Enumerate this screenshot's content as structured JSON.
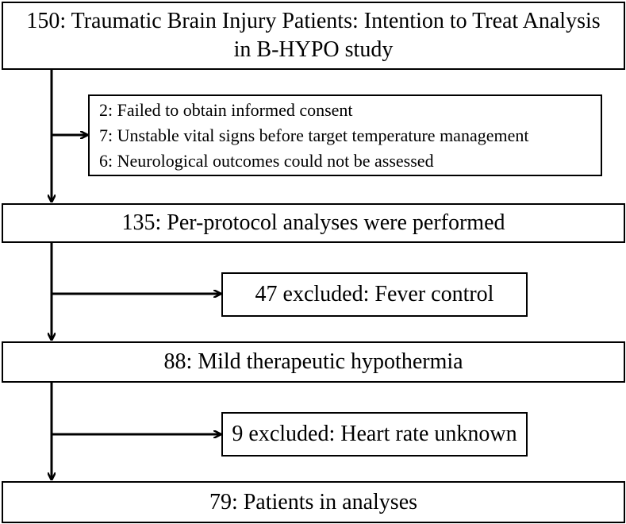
{
  "flowchart": {
    "nodes": [
      {
        "id": "n1",
        "lines": [
          "150: Traumatic Brain Injury Patients: Intention to Treat Analysis",
          "in B-HYPO study"
        ]
      },
      {
        "id": "x1",
        "lines": [
          "2: Failed to obtain informed consent",
          "7: Unstable vital signs before target temperature management",
          "6: Neurological outcomes could not be assessed"
        ]
      },
      {
        "id": "n2",
        "lines": [
          "135: Per-protocol analyses were performed"
        ]
      },
      {
        "id": "x2",
        "lines": [
          "47 excluded: Fever control"
        ]
      },
      {
        "id": "n3",
        "lines": [
          "88: Mild therapeutic hypothermia"
        ]
      },
      {
        "id": "x3",
        "lines": [
          "9 excluded: Heart rate unknown"
        ]
      },
      {
        "id": "n4",
        "lines": [
          "79: Patients in analyses"
        ]
      }
    ],
    "edges": [
      {
        "from": "n1",
        "to": "n2"
      },
      {
        "from": "n1",
        "to": "x1"
      },
      {
        "from": "n2",
        "to": "n3"
      },
      {
        "from": "n2",
        "to": "x2"
      },
      {
        "from": "n3",
        "to": "n4"
      },
      {
        "from": "n3",
        "to": "x3"
      }
    ],
    "colors": {
      "stroke": "#000000",
      "fill": "#ffffff"
    }
  }
}
